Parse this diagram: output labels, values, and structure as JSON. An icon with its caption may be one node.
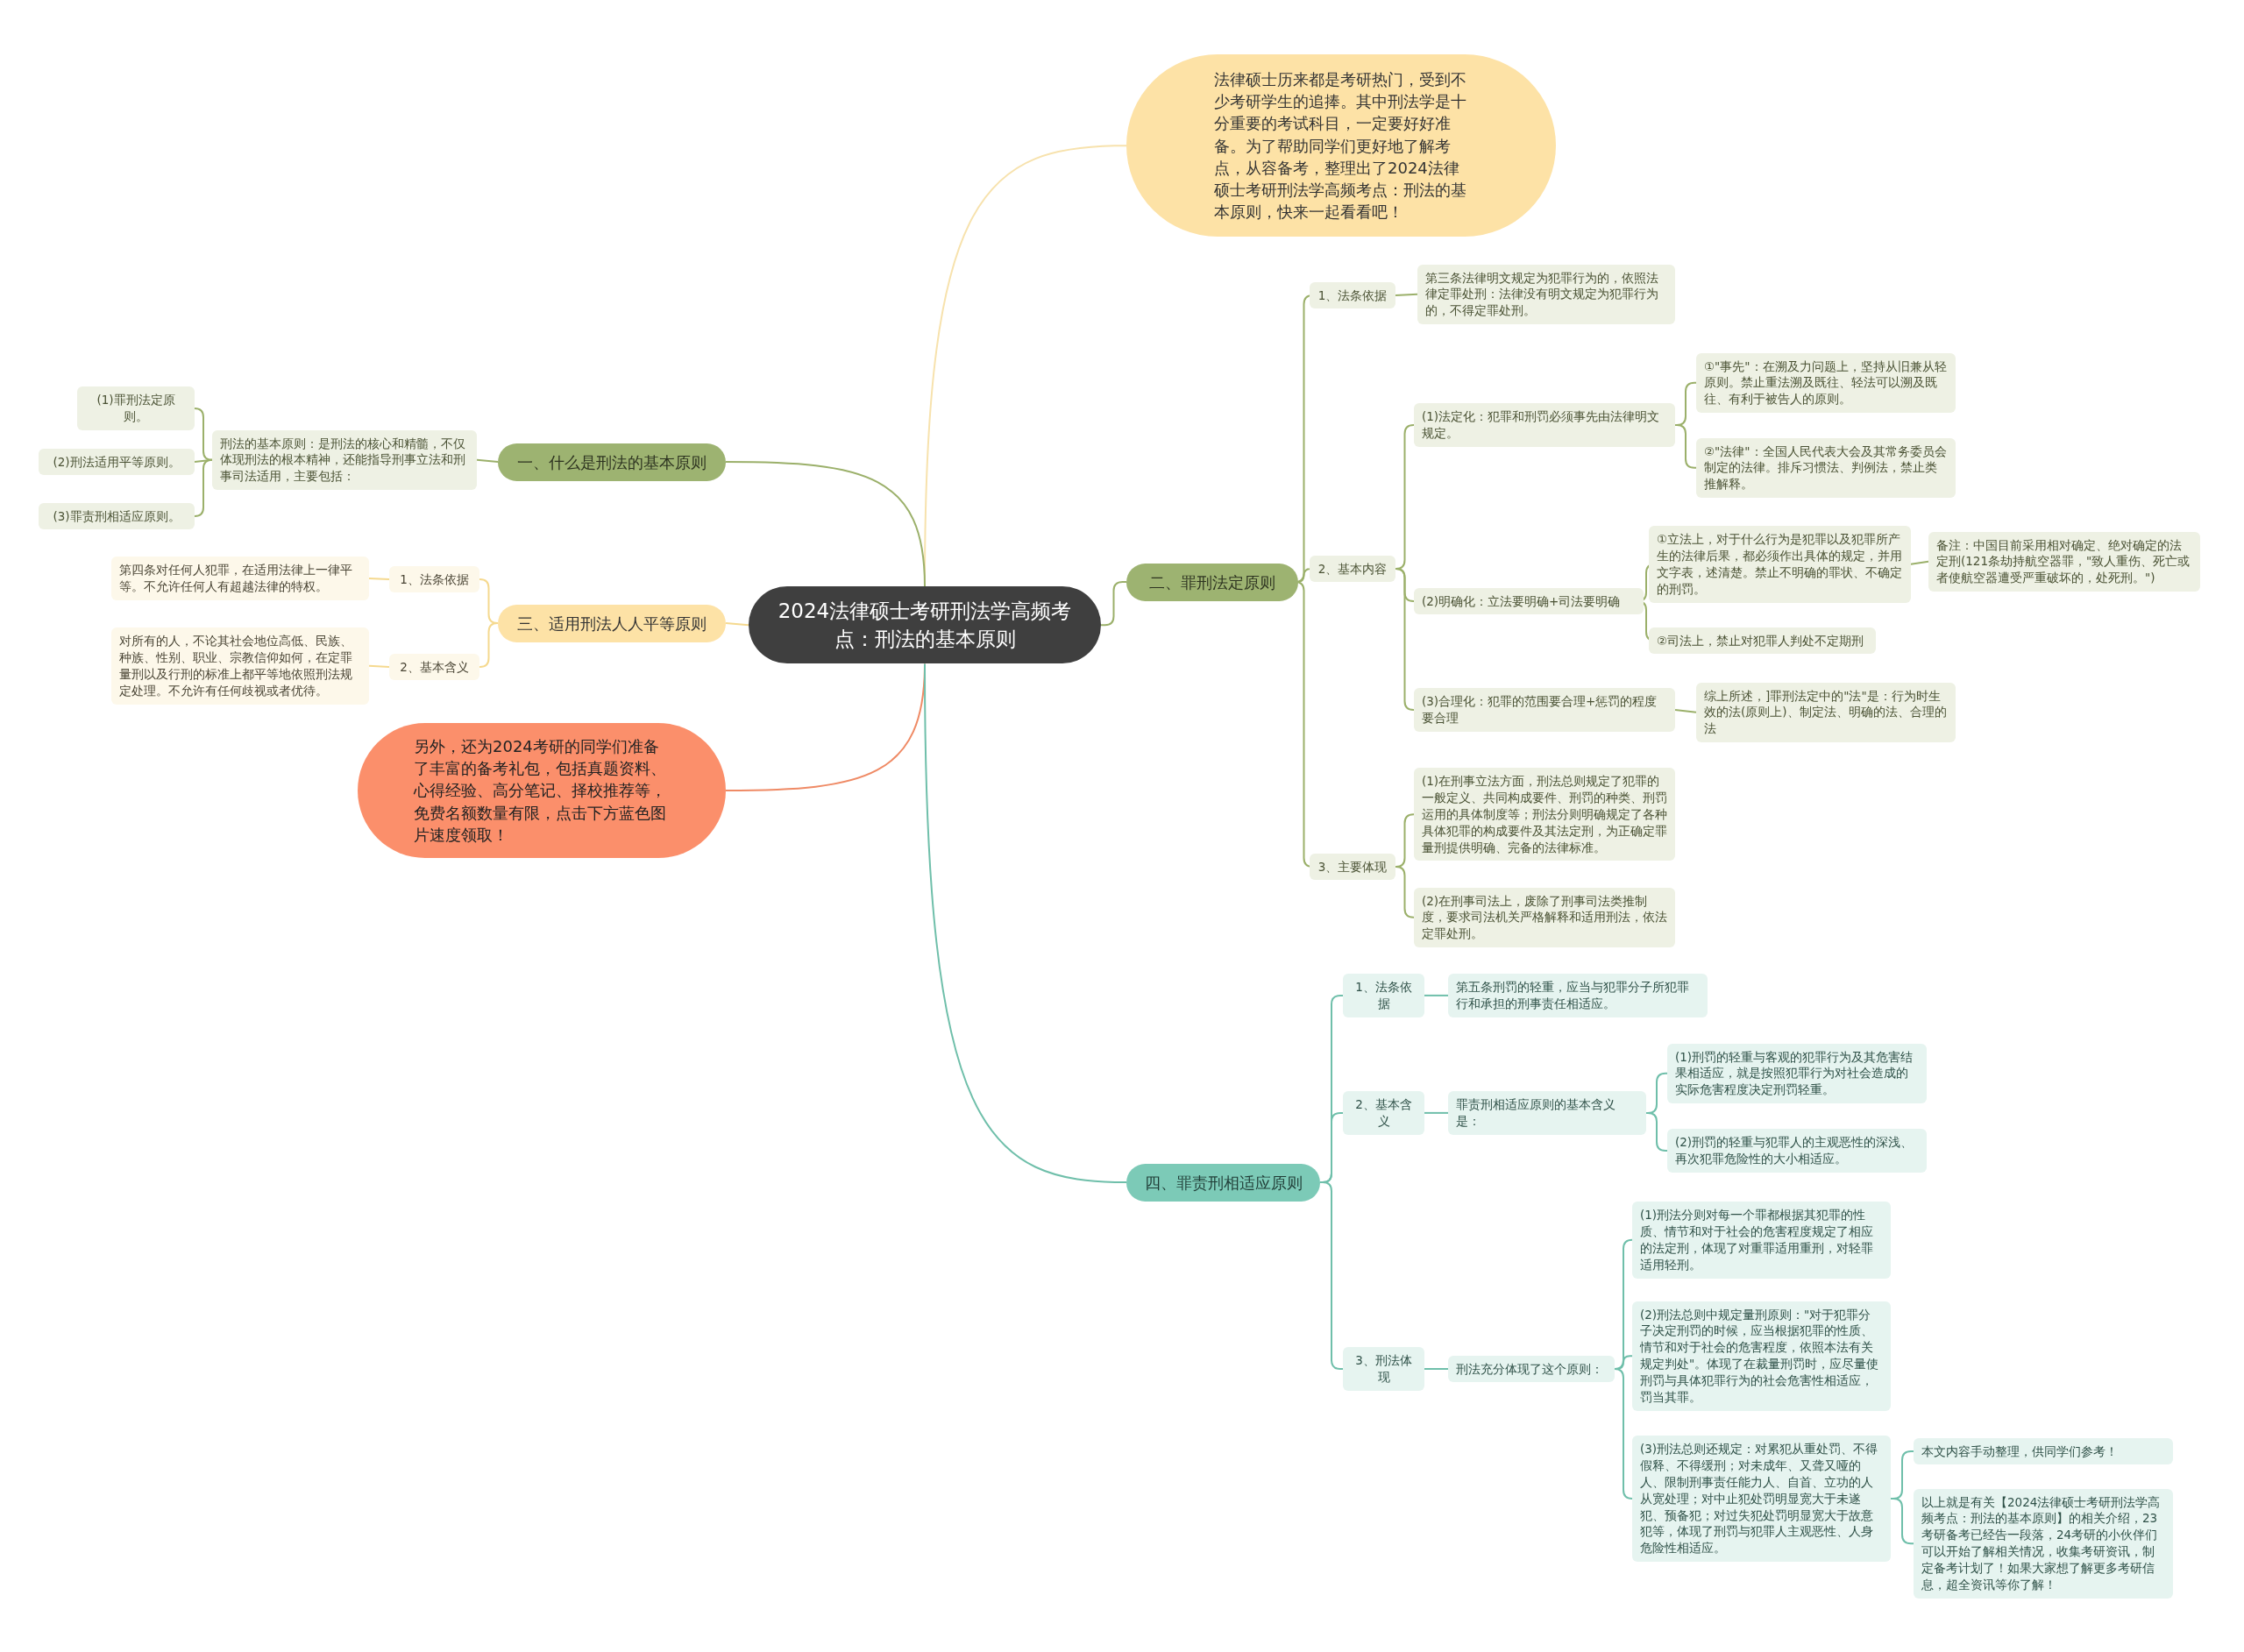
{
  "diagram": {
    "nodes": [
      {
        "text": [
          "2024法律硕士考研刑法学高频考点：刑法的基本原则"
        ]
      },
      {
        "text": [
          "法律硕士历来都是考研热门，受到不少考研学生的追捧。其中刑法学是十分重要的考试科目，一定要好好准备。为了帮助同学们更好地了解考点，从容备考，整理出了2024法律硕士考研刑法学高频考点：刑法的基本原则，快来一起看看吧！"
        ]
      },
      {
        "text": [
          "一、什么是刑法的基本原则"
        ]
      },
      {
        "text": [
          "刑法的基本原则：是刑法的核心和精髓，不仅体现刑法的根本精神，还能指导刑事立法和刑事司法适用，主要包括："
        ]
      },
      {
        "text": [
          "(1)罪刑法定原则。"
        ]
      },
      {
        "text": [
          "(2)刑法适用平等原则。"
        ]
      },
      {
        "text": [
          "(3)罪责刑相适应原则。"
        ]
      },
      {
        "text": [
          "三、适用刑法人人平等原则"
        ]
      },
      {
        "text": [
          "1、法条依据"
        ]
      },
      {
        "text": [
          "第四条对任何人犯罪，在适用法律上一律平等。不允许任何人有超越法律的特权。"
        ]
      },
      {
        "text": [
          "2、基本含义"
        ]
      },
      {
        "text": [
          "对所有的人，不论其社会地位高低、民族、种族、性别、职业、宗教信仰如何，在定罪量刑以及行刑的标准上都平等地依照刑法规定处理。不允许有任何歧视或者优待。"
        ]
      },
      {
        "text": [
          "另外，还为2024考研的同学们准备了丰富的备考礼包，包括真题资料、心得经验、高分笔记、择校推荐等，免费名额数量有限，点击下方蓝色图片速度领取！"
        ]
      },
      {
        "text": [
          "二、罪刑法定原则"
        ]
      },
      {
        "text": [
          "1、法条依据"
        ]
      },
      {
        "text": [
          "第三条法律明文规定为犯罪行为的，依照法律定罪处刑：法律没有明文规定为犯罪行为的，不得定罪处刑。"
        ]
      },
      {
        "text": [
          "2、基本内容"
        ]
      },
      {
        "text": [
          "(1)法定化：犯罪和刑罚必须事先由法律明文规定。"
        ]
      },
      {
        "text": [
          "①\"事先\"：在溯及力问题上，坚持从旧兼从轻原则。禁止重法溯及既往、轻法可以溯及既往、有利于被告人的原则。"
        ]
      },
      {
        "text": [
          "②\"法律\"：全国人民代表大会及其常务委员会制定的法律。排斥习惯法、判例法，禁止类推解释。"
        ]
      },
      {
        "text": [
          "(2)明确化：立法要明确+司法要明确"
        ]
      },
      {
        "text": [
          "①立法上，对于什么行为是犯罪以及犯罪所产生的法律后果，都必须作出具体的规定，并用文字表，述清楚。禁止不明确的罪状、不确定的刑罚。"
        ]
      },
      {
        "text": [
          "备注：中国目前采用相对确定、绝对确定的法定刑(121条劫持航空器罪，\"致人重伤、死亡或者使航空器遭受严重破坏的，处死刑。\")"
        ]
      },
      {
        "text": [
          "②司法上，禁止对犯罪人判处不定期刑"
        ]
      },
      {
        "text": [
          "(3)合理化：犯罪的范围要合理+惩罚的程度要合理"
        ]
      },
      {
        "text": [
          "综上所述，]罪刑法定中的\"法\"是：行为时生效的法(原则上)、制定法、明确的法、合理的法"
        ]
      },
      {
        "text": [
          "3、主要体现"
        ]
      },
      {
        "text": [
          "(1)在刑事立法方面，刑法总则规定了犯罪的一般定义、共同构成要件、刑罚的种类、刑罚运用的具体制度等；刑法分则明确规定了各种具体犯罪的构成要件及其法定刑，为正确定罪量刑提供明确、完备的法律标准。"
        ]
      },
      {
        "text": [
          "(2)在刑事司法上，废除了刑事司法类推制度，要求司法机关严格解释和适用刑法，依法定罪处刑。"
        ]
      },
      {
        "text": [
          "四、罪责刑相适应原则"
        ]
      },
      {
        "text": [
          "1、法条依据"
        ]
      },
      {
        "text": [
          "第五条刑罚的轻重，应当与犯罪分子所犯罪行和承担的刑事责任相适应。"
        ]
      },
      {
        "text": [
          "2、基本含义"
        ]
      },
      {
        "text": [
          "罪责刑相适应原则的基本含义是："
        ]
      },
      {
        "text": [
          "(1)刑罚的轻重与客观的犯罪行为及其危害结果相适应，就是按照犯罪行为对社会造成的实际危害程度决定刑罚轻重。"
        ]
      },
      {
        "text": [
          "(2)刑罚的轻重与犯罪人的主观恶性的深浅、再次犯罪危险性的大小相适应。"
        ]
      },
      {
        "text": [
          "3、刑法体现"
        ]
      },
      {
        "text": [
          "刑法充分体现了这个原则："
        ]
      },
      {
        "text": [
          "(1)刑法分则对每一个罪都根据其犯罪的性质、情节和对于社会的危害程度规定了相应的法定刑，体现了对重罪适用重刑，对轻罪适用轻刑。"
        ]
      },
      {
        "text": [
          "(2)刑法总则中规定量刑原则：\"对于犯罪分子决定刑罚的时候，应当根据犯罪的性质、情节和对于社会的危害程度，依照本法有关规定判处\"。体现了在裁量刑罚时，应尽量使刑罚与具体犯罪行为的社会危害性相适应，罚当其罪。"
        ]
      },
      {
        "text": [
          "(3)刑法总则还规定：对累犯从重处罚、不得假释、不得缓刑；对未成年、又聋又哑的人、限制刑事责任能力人、自首、立功的人从宽处理；对中止犯处罚明显宽大于未遂犯、预备犯；对过失犯处罚明显宽大于故意犯等，体现了刑罚与犯罪人主观恶性、人身危险性相适应。"
        ]
      },
      {
        "text": [
          "本文内容手动整理，供同学们参考！"
        ]
      },
      {
        "text": [
          "以上就是有关【2024法律硕士考研刑法学高频考点：刑法的基本原则】的相关介绍，23考研备考已经告一段落，24考研的小伙伴们可以开始了解相关情况，收集考研资讯，制定备考计划了！如果大家想了解更多考研信息，超全资讯等你了解！"
        ]
      }
    ],
    "edges": [
      {
        "from": 0,
        "to": 1,
        "arrow": "none",
        "color": "#f7e2ad"
      },
      {
        "from": 0,
        "to": 2,
        "arrow": "none"
      },
      {
        "from": 2,
        "to": 3,
        "arrow": "none"
      },
      {
        "from": 3,
        "to": 4,
        "arrow": "none"
      },
      {
        "from": 3,
        "to": 5,
        "arrow": "none"
      },
      {
        "from": 3,
        "to": 6,
        "arrow": "none"
      },
      {
        "from": 0,
        "to": 7,
        "arrow": "none",
        "color": "#f5d98f"
      },
      {
        "from": 7,
        "to": 8,
        "arrow": "none",
        "color": "#f5d98f"
      },
      {
        "from": 8,
        "to": 9,
        "arrow": "none",
        "color": "#f5d98f"
      },
      {
        "from": 7,
        "to": 10,
        "arrow": "none",
        "color": "#f5d98f"
      },
      {
        "from": 10,
        "to": 11,
        "arrow": "none",
        "color": "#f5d98f"
      },
      {
        "from": 0,
        "to": 12,
        "arrow": "none",
        "color": "#ef8a65"
      },
      {
        "from": 0,
        "to": 13,
        "arrow": "none"
      },
      {
        "from": 13,
        "to": 14,
        "arrow": "none"
      },
      {
        "from": 14,
        "to": 15,
        "arrow": "none"
      },
      {
        "from": 13,
        "to": 16,
        "arrow": "none"
      },
      {
        "from": 16,
        "to": 17,
        "arrow": "none"
      },
      {
        "from": 17,
        "to": 18,
        "arrow": "none"
      },
      {
        "from": 17,
        "to": 19,
        "arrow": "none"
      },
      {
        "from": 16,
        "to": 20,
        "arrow": "none"
      },
      {
        "from": 20,
        "to": 21,
        "arrow": "none"
      },
      {
        "from": 21,
        "to": 22,
        "arrow": "none"
      },
      {
        "from": 20,
        "to": 23,
        "arrow": "none"
      },
      {
        "from": 16,
        "to": 24,
        "arrow": "none"
      },
      {
        "from": 24,
        "to": 25,
        "arrow": "none"
      },
      {
        "from": 13,
        "to": 26,
        "arrow": "none"
      },
      {
        "from": 26,
        "to": 27,
        "arrow": "none"
      },
      {
        "from": 26,
        "to": 28,
        "arrow": "none"
      },
      {
        "from": 0,
        "to": 29,
        "arrow": "none",
        "color": "#6fbfaa"
      },
      {
        "from": 29,
        "to": 30,
        "arrow": "none",
        "color": "#6fbfaa"
      },
      {
        "from": 30,
        "to": 31,
        "arrow": "none",
        "color": "#6fbfaa"
      },
      {
        "from": 29,
        "to": 32,
        "arrow": "none",
        "color": "#6fbfaa"
      },
      {
        "from": 32,
        "to": 33,
        "arrow": "none",
        "color": "#6fbfaa"
      },
      {
        "from": 33,
        "to": 34,
        "arrow": "none",
        "color": "#6fbfaa"
      },
      {
        "from": 33,
        "to": 35,
        "arrow": "none",
        "color": "#6fbfaa"
      },
      {
        "from": 29,
        "to": 36,
        "arrow": "none",
        "color": "#6fbfaa"
      },
      {
        "from": 36,
        "to": 37,
        "arrow": "none",
        "color": "#6fbfaa"
      },
      {
        "from": 37,
        "to": 38,
        "arrow": "none",
        "color": "#6fbfaa"
      },
      {
        "from": 37,
        "to": 39,
        "arrow": "none",
        "color": "#6fbfaa"
      },
      {
        "from": 37,
        "to": 40,
        "arrow": "none",
        "color": "#6fbfaa"
      },
      {
        "from": 40,
        "to": 41,
        "arrow": "none",
        "color": "#6fbfaa"
      },
      {
        "from": 40,
        "to": 42,
        "arrow": "none",
        "color": "#6fbfaa"
      }
    ]
  }
}
